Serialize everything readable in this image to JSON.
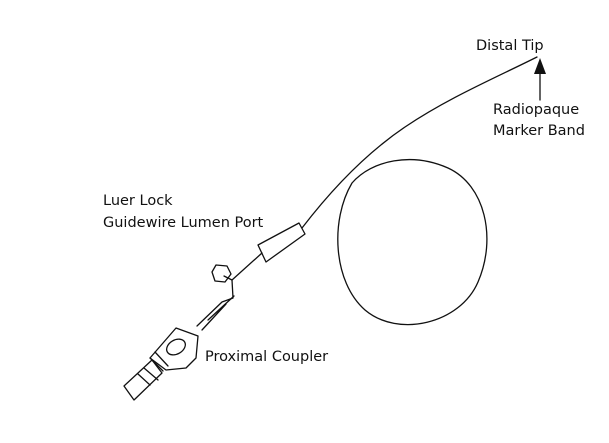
{
  "diagram": {
    "labels": {
      "distal_tip": "Distal Tip",
      "marker_line1": "Radiopaque",
      "marker_line2": "Marker Band",
      "luer_line1": "Luer Lock",
      "luer_line2": "Guidewire Lumen Port",
      "coupler": "Proximal Coupler"
    },
    "colors": {
      "line": "#111111",
      "background": "#ffffff"
    }
  }
}
